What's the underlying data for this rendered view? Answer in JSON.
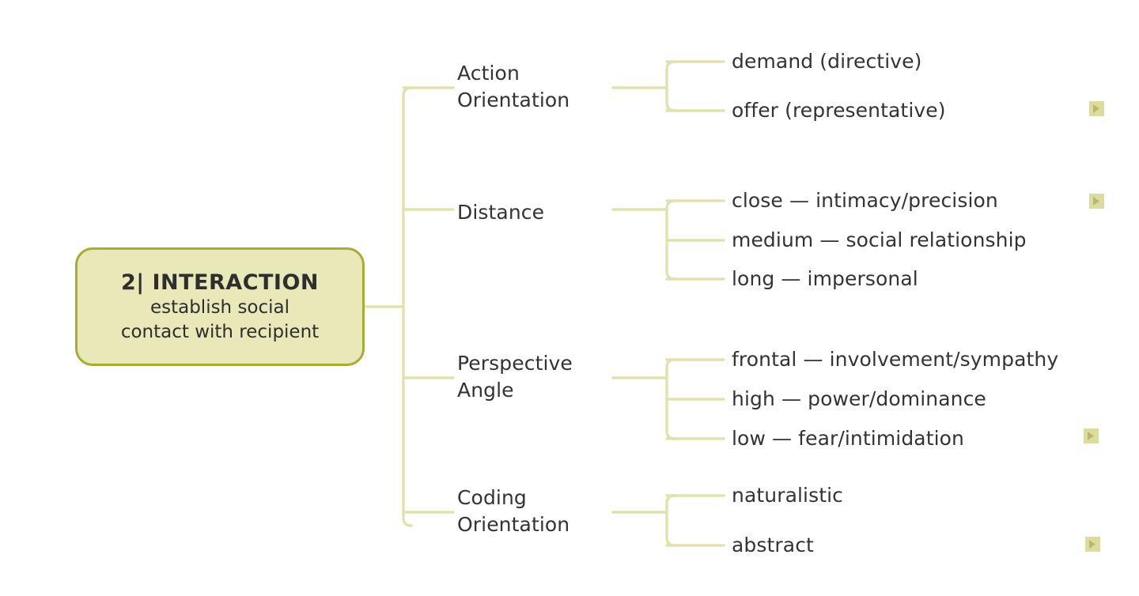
{
  "diagram": {
    "type": "mind-map",
    "orientation": "left-to-right",
    "colors": {
      "node_fill": "#e8e8b8",
      "node_border": "#a8ac30",
      "connector": "#e2e2ae",
      "text": "#333333",
      "marker": "#dcdc9e",
      "background": "#ffffff"
    },
    "root": {
      "number": "2|",
      "title": "2|  INTERACTION",
      "subtitle_line1": "establish social",
      "subtitle_line2": "contact with recipient"
    },
    "branches": [
      {
        "id": "action-orientation",
        "label": "Action\nOrientation",
        "children": [
          {
            "label": "demand (directive)",
            "marker": false
          },
          {
            "label": "offer (representative)",
            "marker": true
          }
        ]
      },
      {
        "id": "distance",
        "label": "Distance",
        "children": [
          {
            "label": "close — intimacy/precision",
            "marker": true
          },
          {
            "label": "medium — social relationship",
            "marker": false
          },
          {
            "label": "long — impersonal",
            "marker": false
          }
        ]
      },
      {
        "id": "perspective-angle",
        "label": "Perspective\nAngle",
        "children": [
          {
            "label": "frontal — involvement/sympathy",
            "marker": false
          },
          {
            "label": "high — power/dominance",
            "marker": false
          },
          {
            "label": "low — fear/intimidation",
            "marker": true
          }
        ]
      },
      {
        "id": "coding-orientation",
        "label": "Coding\nOrientation",
        "children": [
          {
            "label": "naturalistic",
            "marker": false
          },
          {
            "label": "abstract",
            "marker": true
          }
        ]
      }
    ],
    "marker_icon_name": "note-arrow-icon"
  }
}
